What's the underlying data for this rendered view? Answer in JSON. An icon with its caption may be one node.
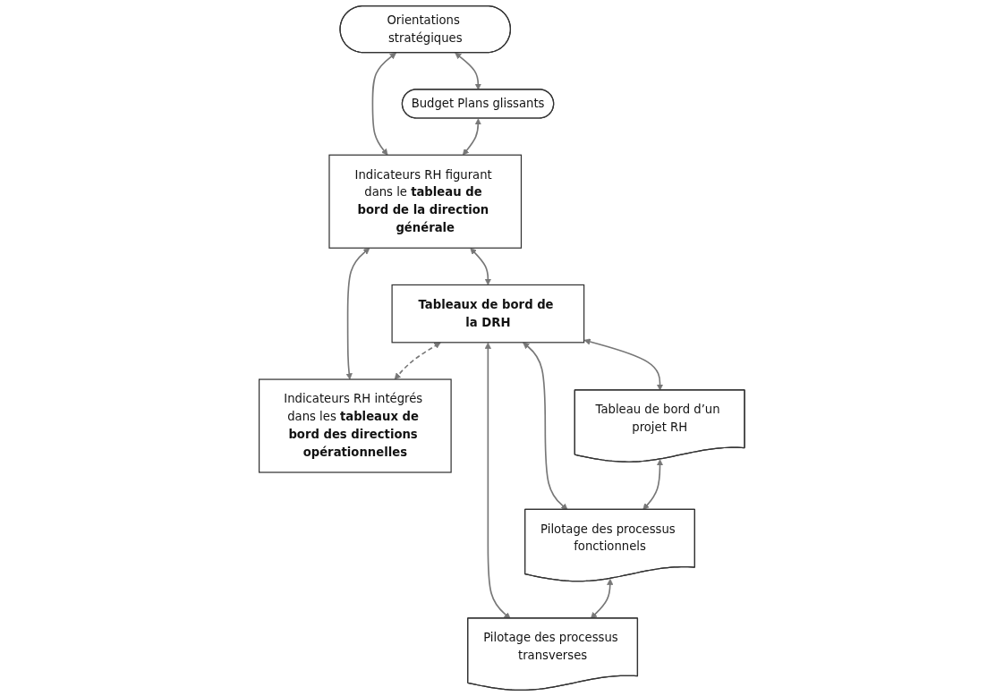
{
  "diagram": {
    "nodes": [
      {
        "text": [
          "Orientations stratégiques"
        ]
      },
      {
        "text": [
          "Budget Plans glissants"
        ]
      },
      {
        "text": [
          "Indicateurs RH figurant dans le **tableau de bord de la direction générale**"
        ]
      },
      {
        "text": [
          "Tableaux de bord de la DRH"
        ]
      },
      {
        "text": [
          "Indicateurs RH intégrés dans les **tableaux de bord des directions opérationnelles**"
        ]
      },
      {
        "text": [
          "Tableau de bord d’un projet RH"
        ]
      },
      {
        "text": [
          "Pilotage des processus fonctionnels"
        ]
      },
      {
        "text": [
          "Pilotage des processus transverses"
        ]
      }
    ],
    "edges": [
      {
        "from": 0,
        "to": 1,
        "arrow": "both"
      },
      {
        "from": 0,
        "to": 2,
        "arrow": "both"
      },
      {
        "from": 1,
        "to": 2,
        "arrow": "both"
      },
      {
        "from": 2,
        "to": 3,
        "arrow": "both"
      },
      {
        "from": 2,
        "to": 4,
        "arrow": "both"
      },
      {
        "from": 3,
        "to": 4,
        "arrow": "both",
        "style": "dashed"
      },
      {
        "from": 3,
        "to": 5,
        "arrow": "both"
      },
      {
        "from": 3,
        "to": 6,
        "arrow": "both"
      },
      {
        "from": 3,
        "to": 7,
        "arrow": "both"
      },
      {
        "from": 5,
        "to": 6,
        "arrow": "both"
      },
      {
        "from": 6,
        "to": 7,
        "arrow": "both"
      }
    ]
  }
}
